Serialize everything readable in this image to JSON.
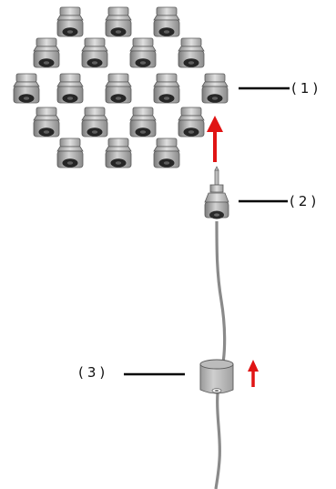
{
  "labels": {
    "one": "(1)",
    "two": "(2)",
    "three": "(3)"
  },
  "colors": {
    "arrow": "#e01414",
    "body": "#b4b4b4",
    "dark": "#555555",
    "cable": "#8a8a8a",
    "line": "#000000"
  },
  "icons": {
    "receptacle": "cylindrical-receptacle-icon",
    "connector": "pin-connector-icon",
    "housing": "cable-housing-icon"
  }
}
